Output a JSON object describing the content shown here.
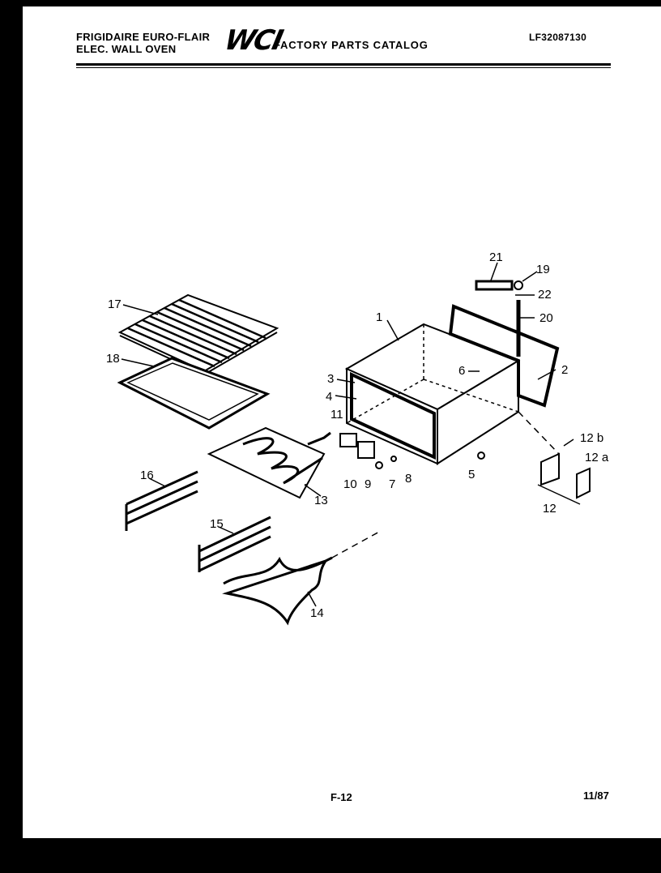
{
  "header": {
    "brand_line1": "FRIGIDAIRE EURO-FLAIR",
    "brand_line2": "ELEC. WALL OVEN",
    "logo": "WCI",
    "catalog_title": "FACTORY PARTS CATALOG",
    "model_number": "LF32087130"
  },
  "footer": {
    "page_number": "F-12",
    "date": "11/87"
  },
  "callouts": {
    "c1": "1",
    "c2": "2",
    "c3": "3",
    "c4": "4",
    "c5": "5",
    "c6": "6",
    "c7": "7",
    "c8": "8",
    "c9": "9",
    "c10": "10",
    "c11": "11",
    "c12": "12",
    "c12a": "12 a",
    "c12b": "12 b",
    "c13": "13",
    "c14": "14",
    "c15": "15",
    "c16": "16",
    "c17": "17",
    "c18": "18",
    "c19": "19",
    "c20": "20",
    "c21": "21",
    "c22": "22"
  }
}
